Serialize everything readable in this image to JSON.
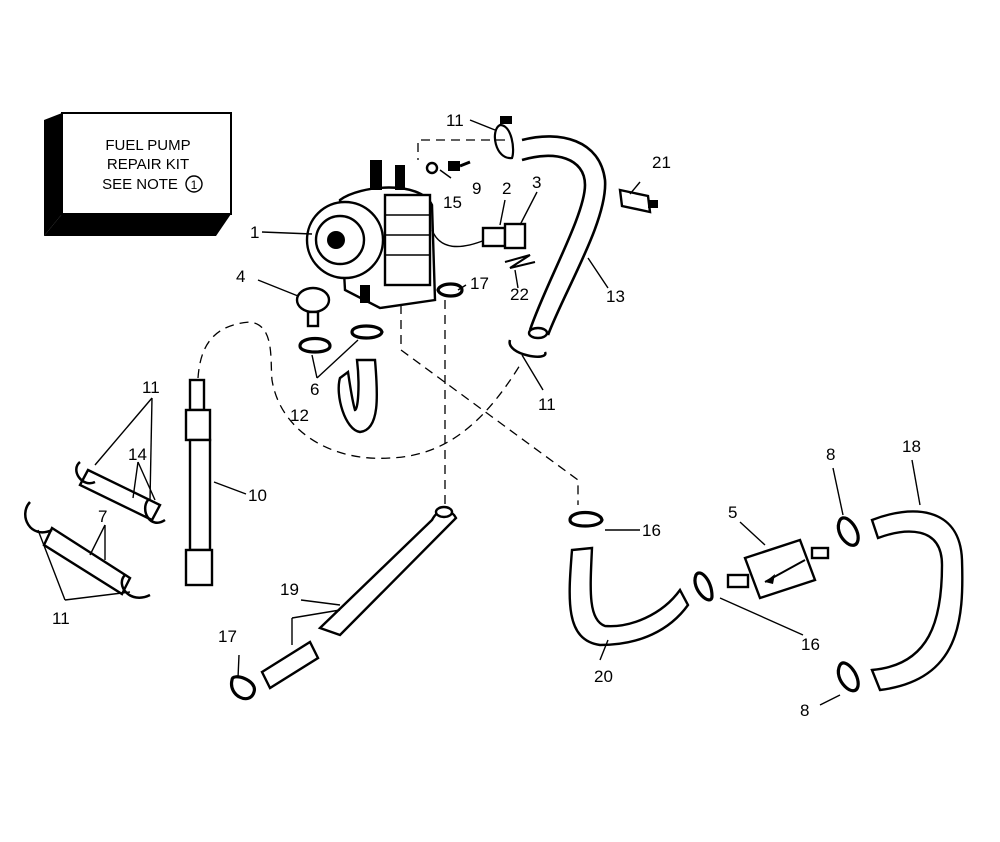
{
  "note_box": {
    "line1": "FUEL PUMP",
    "line2": "REPAIR KIT",
    "line3": "SEE NOTE",
    "note_number": "1"
  },
  "callouts": {
    "c1": "1",
    "c2": "2",
    "c3": "3",
    "c4": "4",
    "c5": "5",
    "c6": "6",
    "c7": "7",
    "c8a": "8",
    "c8b": "8",
    "c9": "9",
    "c10": "10",
    "c11a": "11",
    "c11b": "11",
    "c11c": "11",
    "c11d": "11",
    "c12": "12",
    "c13": "13",
    "c14": "14",
    "c15": "15",
    "c16a": "16",
    "c16b": "16",
    "c17a": "17",
    "c17b": "17",
    "c18": "18",
    "c19": "19",
    "c20": "20",
    "c21": "21",
    "c22": "22"
  }
}
